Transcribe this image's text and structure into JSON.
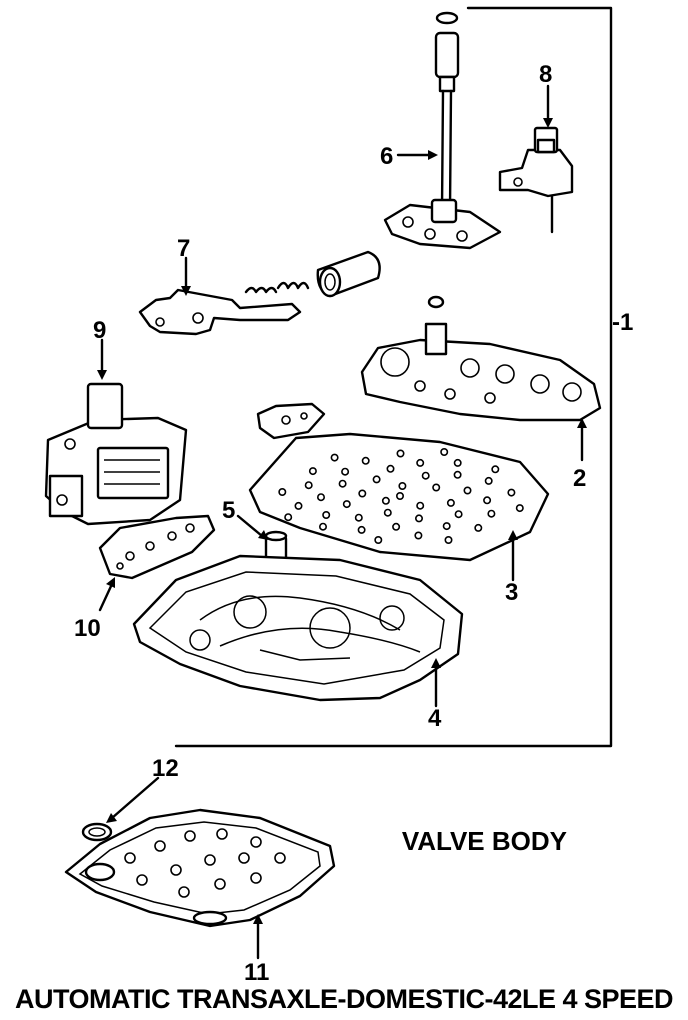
{
  "diagram": {
    "title": "VALVE BODY",
    "footer": "AUTOMATIC TRANSAXLE-DOMESTIC-42LE 4 SPEED",
    "callouts": [
      {
        "id": "1",
        "label": "-1"
      },
      {
        "id": "2",
        "label": "2"
      },
      {
        "id": "3",
        "label": "3"
      },
      {
        "id": "4",
        "label": "4"
      },
      {
        "id": "5",
        "label": "5"
      },
      {
        "id": "6",
        "label": "6"
      },
      {
        "id": "7",
        "label": "7"
      },
      {
        "id": "8",
        "label": "8"
      },
      {
        "id": "9",
        "label": "9"
      },
      {
        "id": "10",
        "label": "10"
      },
      {
        "id": "11",
        "label": "11"
      },
      {
        "id": "12",
        "label": "12"
      }
    ]
  }
}
